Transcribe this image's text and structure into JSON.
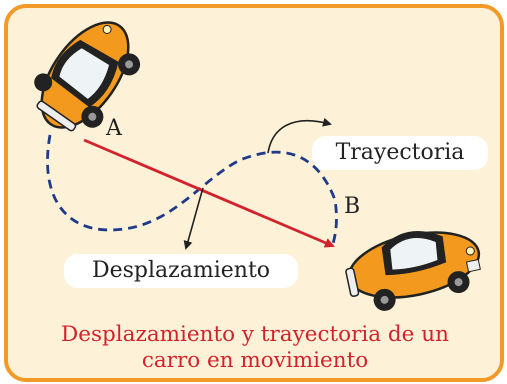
{
  "labels": {
    "point_a": "A",
    "point_b": "B",
    "trajectory": "Trayectoria",
    "displacement": "Desplazamiento"
  },
  "caption": {
    "line1": "Desplazamiento y trayectoria de un",
    "line2": "carro en movimiento"
  },
  "colors": {
    "frame_border": "#f29a28",
    "background": "#fdf2d7",
    "displacement_arrow": "#d2222d",
    "trajectory_path": "#1f3a8a",
    "car_body": "#f39a1e",
    "caption_text": "#d2222d"
  },
  "icons": [
    "car-icon-a",
    "car-icon-b"
  ]
}
